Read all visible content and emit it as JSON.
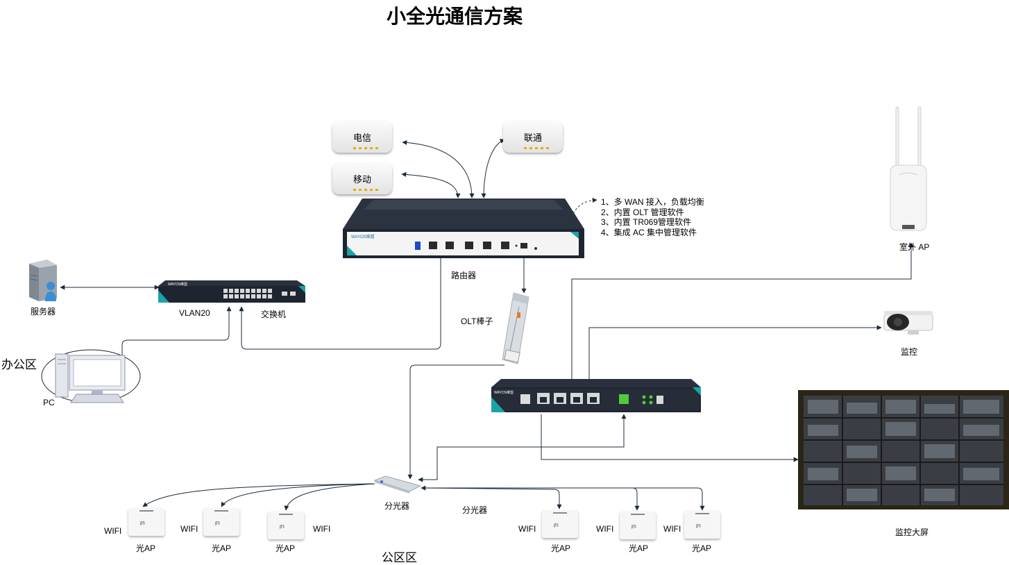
{
  "title": "小全光通信方案",
  "isps": {
    "telecom": "电信",
    "unicom": "联通",
    "mobile": "移动"
  },
  "router": {
    "label": "路由器",
    "brand": "WAYOS维盟"
  },
  "features": [
    "1、多 WAN 接入，负载均衡",
    "2、内置 OLT 管理软件",
    "3、内置 TR069管理软件",
    "4、集成 AC 集中管理软件"
  ],
  "outdoor_ap_label": "室外 AP",
  "server_label": "服务器",
  "switch": {
    "vlan_label": "VLAN20",
    "label": "交换机",
    "brand": "WAYOS维盟"
  },
  "olt_stick_label": "OLT棒子",
  "camera_label": "监控",
  "office_zone_label": "办公区",
  "pc_label": "PC",
  "ont_brand": "WAYOS维盟",
  "video_wall_label": "监控大屏",
  "splitter_labels": {
    "device": "分光器",
    "line": "分光器"
  },
  "public_zone_label": "公区区",
  "aps": [
    {
      "wifi": "WIFI",
      "label": "光AP"
    },
    {
      "wifi": "WIFI",
      "label": "光AP"
    },
    {
      "wifi": "WIFI",
      "label": "光AP"
    },
    {
      "wifi": "WIFI",
      "label": "光AP"
    },
    {
      "wifi": "WIFI",
      "label": "光AP"
    },
    {
      "wifi": "WIFI",
      "label": "光AP"
    }
  ],
  "colors": {
    "device_dark": "#1f2632",
    "accent_teal": "#1aa3a8",
    "line": "#1c2b3a"
  }
}
